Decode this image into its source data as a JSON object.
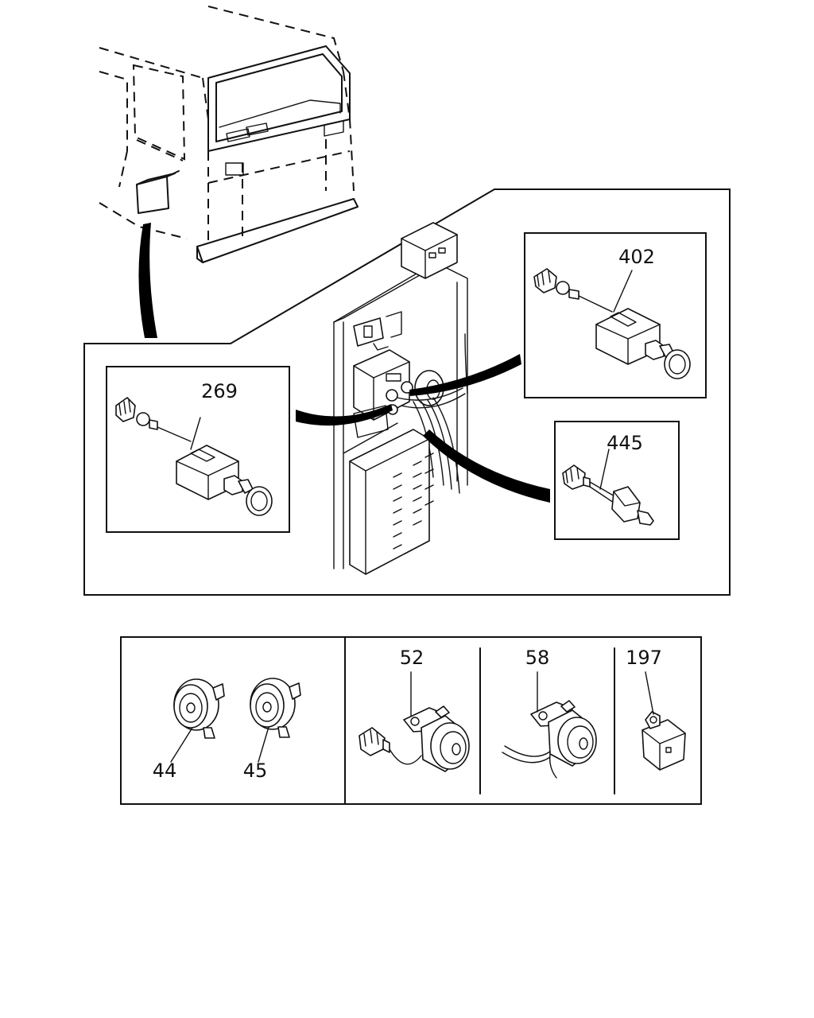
{
  "callouts": {
    "c269": "269",
    "c402": "402",
    "c445": "445",
    "c44": "44",
    "c45": "45",
    "c52": "52",
    "c58": "58",
    "c197": "197"
  }
}
